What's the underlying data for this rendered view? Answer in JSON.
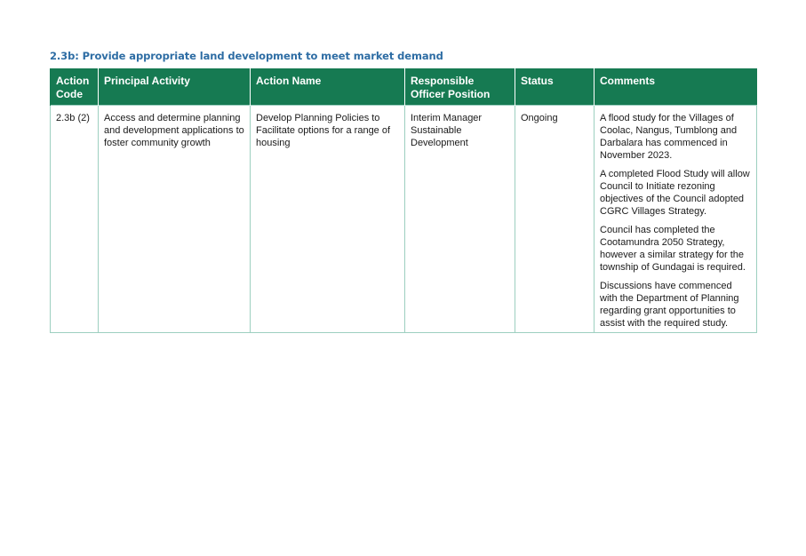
{
  "heading": "2.3b: Provide appropriate land development to meet market demand",
  "table": {
    "headers": {
      "action_code": "Action Code",
      "principal_activity": "Principal Activity",
      "action_name": "Action Name",
      "responsible_officer": "Responsible Officer Position",
      "status": "Status",
      "comments": "Comments"
    },
    "rows": [
      {
        "action_code": "2.3b (2)",
        "principal_activity": "Access and determine planning and development applications to foster community growth",
        "action_name": "Develop Planning Policies to Facilitate options for a range of housing",
        "responsible_officer": "Interim Manager Sustainable Development",
        "status": "Ongoing",
        "comments": [
          "A flood study for the Villages of Coolac, Nangus, Tumblong and Darbalara has commenced in November 2023.",
          "A completed Flood Study will allow Council to Initiate rezoning objectives of the Council adopted CGRC Villages Strategy.",
          "Council has completed the Cootamundra 2050 Strategy, however a similar strategy for the township of Gundagai is required.",
          "Discussions have commenced with the Department of Planning regarding grant opportunities to assist with the required study."
        ]
      }
    ]
  },
  "colors": {
    "heading": "#2e6da4",
    "header_background": "#167a52",
    "header_text": "#ffffff",
    "cell_border": "#9dcfc0"
  }
}
